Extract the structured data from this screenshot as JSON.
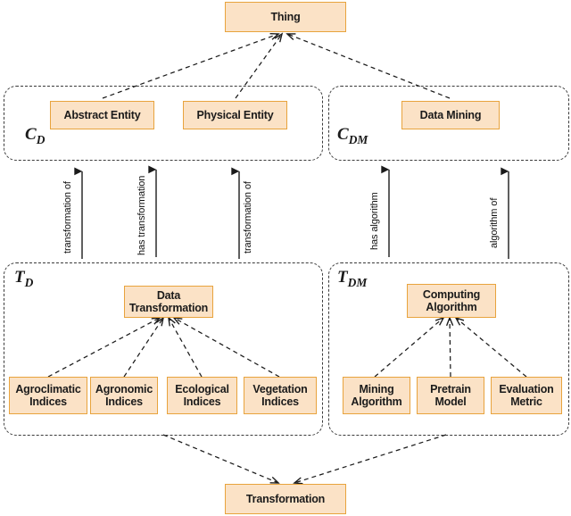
{
  "diagram": {
    "title_node": {
      "label": "Thing"
    },
    "bottom_node": {
      "label": "Transformation"
    },
    "groups": [
      {
        "id": "c_d",
        "label_main": "C",
        "label_sub": "D",
        "name": "class-group-domain"
      },
      {
        "id": "c_dm",
        "label_main": "C",
        "label_sub": "DM",
        "name": "class-group-data-mining"
      },
      {
        "id": "t_d",
        "label_main": "T",
        "label_sub": "D",
        "name": "transformation-group-domain"
      },
      {
        "id": "t_dm",
        "label_main": "T",
        "label_sub": "DM",
        "name": "transformation-group-data-mining"
      }
    ],
    "class_nodes": [
      {
        "id": "abstract_entity",
        "label": "Abstract Entity"
      },
      {
        "id": "physical_entity",
        "label": "Physical Entity"
      },
      {
        "id": "data_mining",
        "label": "Data Mining"
      }
    ],
    "transformation_nodes": [
      {
        "id": "data_transformation",
        "line1": "Data",
        "line2": "Transformation"
      },
      {
        "id": "computing_algorithm",
        "line1": "Computing",
        "line2": "Algorithm"
      }
    ],
    "domain_leaves": [
      {
        "id": "agroclimatic_indices",
        "line1": "Agroclimatic",
        "line2": "Indices"
      },
      {
        "id": "agronomic_indices",
        "line1": "Agronomic",
        "line2": "Indices"
      },
      {
        "id": "ecological_indices",
        "line1": "Ecological",
        "line2": "Indices"
      },
      {
        "id": "vegetation_indices",
        "line1": "Vegetation",
        "line2": "Indices"
      }
    ],
    "dm_leaves": [
      {
        "id": "mining_algorithm",
        "line1": "Mining",
        "line2": "Algorithm"
      },
      {
        "id": "pretrain_model",
        "line1": "Pretrain",
        "line2": "Model"
      },
      {
        "id": "evaluation_metric",
        "line1": "Evaluation",
        "line2": "Metric"
      }
    ],
    "relations": [
      {
        "id": "rel1",
        "label": "transformation of",
        "direction": "up"
      },
      {
        "id": "rel2",
        "label": "has transformation",
        "direction": "down"
      },
      {
        "id": "rel3",
        "label": "transformation of",
        "direction": "up"
      },
      {
        "id": "rel4",
        "label": "has algorithm",
        "direction": "down"
      },
      {
        "id": "rel5",
        "label": "algorithm of",
        "direction": "up"
      }
    ],
    "colors": {
      "node_fill": "#fbe2c6",
      "node_border": "#e8a33d",
      "group_border": "#3a3a3a",
      "edge": "#1b1b1b",
      "background": "#ffffff"
    }
  }
}
